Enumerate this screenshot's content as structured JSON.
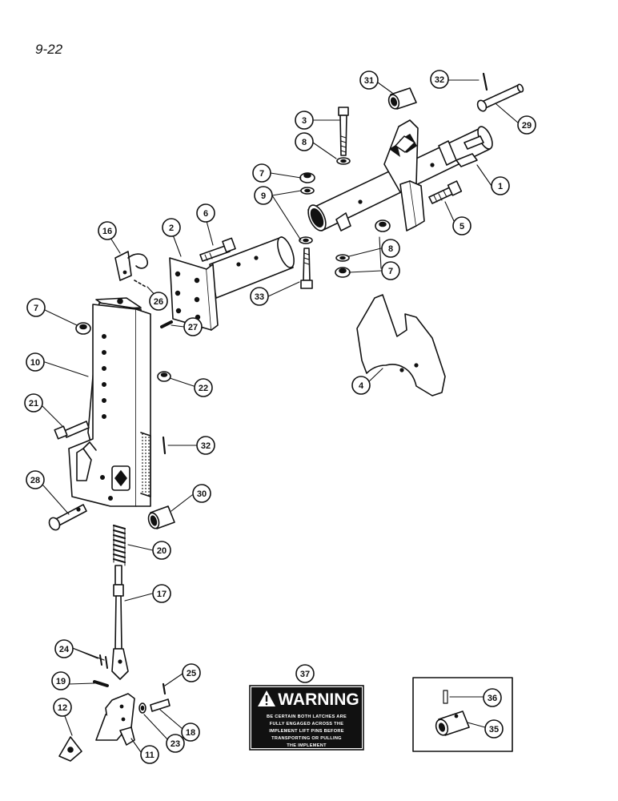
{
  "page_number": "9-22",
  "callouts": [
    {
      "num": "1"
    },
    {
      "num": "2"
    },
    {
      "num": "3"
    },
    {
      "num": "4"
    },
    {
      "num": "5"
    },
    {
      "num": "6"
    },
    {
      "num": "7"
    },
    {
      "num": "7"
    },
    {
      "num": "7"
    },
    {
      "num": "8"
    },
    {
      "num": "8"
    },
    {
      "num": "9"
    },
    {
      "num": "10"
    },
    {
      "num": "11"
    },
    {
      "num": "12"
    },
    {
      "num": "16"
    },
    {
      "num": "17"
    },
    {
      "num": "18"
    },
    {
      "num": "19"
    },
    {
      "num": "20"
    },
    {
      "num": "21"
    },
    {
      "num": "22"
    },
    {
      "num": "23"
    },
    {
      "num": "24"
    },
    {
      "num": "25"
    },
    {
      "num": "26"
    },
    {
      "num": "27"
    },
    {
      "num": "28"
    },
    {
      "num": "29"
    },
    {
      "num": "30"
    },
    {
      "num": "31"
    },
    {
      "num": "32"
    },
    {
      "num": "32"
    },
    {
      "num": "33"
    },
    {
      "num": "35"
    },
    {
      "num": "36"
    },
    {
      "num": "37"
    }
  ],
  "warning_decal": {
    "title": "WARNING",
    "lines": [
      "BE CERTAIN BOTH LATCHES ARE",
      "FULLY ENGAGED ACROSS THE",
      "IMPLEMENT LIFT PINS BEFORE",
      "TRANSPORTING OR PULLING",
      "THE IMPLEMENT"
    ]
  },
  "colors": {
    "ink": "#111111",
    "paper": "#ffffff"
  }
}
